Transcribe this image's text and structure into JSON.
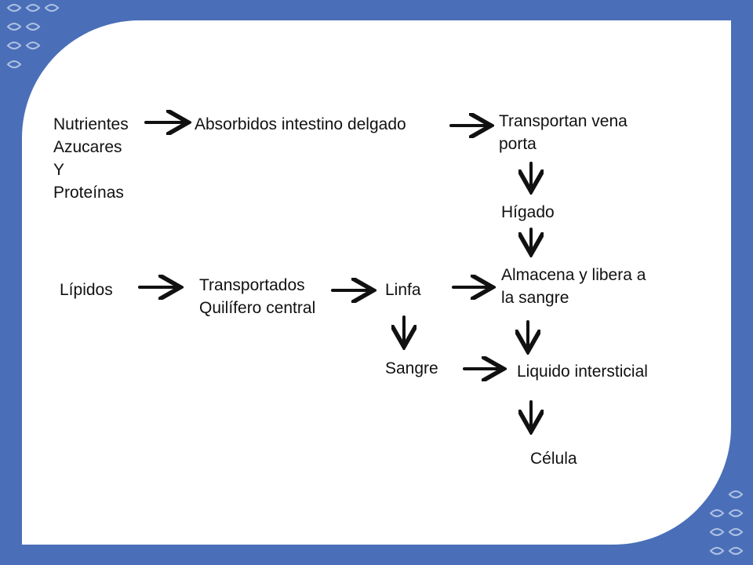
{
  "diagram": {
    "nodes": {
      "nutrientes": [
        "Nutrientes",
        "Azucares",
        "Y",
        "Proteínas"
      ],
      "absorbidos": "Absorbidos intestino delgado",
      "transportan": [
        "Transportan vena",
        "porta"
      ],
      "higado": "Hígado",
      "lipidos": "Lípidos",
      "transportados": [
        "Transportados",
        "Quilífero central"
      ],
      "linfa": "Linfa",
      "almacena": [
        "Almacena y libera a",
        "la sangre"
      ],
      "sangre": "Sangre",
      "liquido": "Liquido intersticial",
      "celula": "Célula"
    },
    "colors": {
      "background": "#4a6fb8",
      "card": "#ffffff",
      "text": "#111111",
      "arrow": "#111111"
    }
  }
}
